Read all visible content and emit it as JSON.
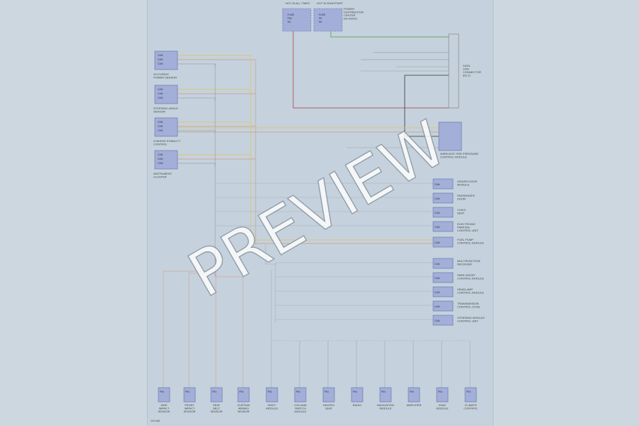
{
  "top_boxes": [
    {
      "caption": "HOT IN ALL TIMES",
      "lines": [
        "FUSE",
        "F54",
        "5A"
      ]
    },
    {
      "caption": "HOT IN RUN/START",
      "lines": [
        "FUSE",
        "F8",
        "5A"
      ]
    }
  ],
  "top_right_caption": [
    "POWER",
    "DISTRIBUTION",
    "CENTER",
    "(IN DASH)"
  ],
  "left_modules": [
    {
      "caption": [
        "OCCUPANT",
        "POWER SENSOR"
      ]
    },
    {
      "caption": [
        "STEERING ANGLE",
        "SENSOR"
      ]
    },
    {
      "caption": [
        "CHASSIS STABILITY",
        "CONTROL"
      ]
    },
    {
      "caption": [
        "INSTRUMENT",
        "CLUSTER"
      ]
    }
  ],
  "right_top_caption": [
    "DATA",
    "LINK",
    "CONNECTOR",
    "(DLC)"
  ],
  "right_bus_caption": [
    "WIRELESS TIRE PRESSURE",
    "CONTROL MODULE"
  ],
  "right_modules": [
    {
      "caption": [
        "DRIVER DOOR",
        "MODULE"
      ]
    },
    {
      "caption": [
        "PASSENGER",
        "DOOR"
      ]
    },
    {
      "caption": [
        "CHILD",
        "SEAT"
      ]
    },
    {
      "caption": [
        "ELECTRONIC",
        "PARKING",
        "CONTROL UNIT"
      ]
    },
    {
      "caption": [
        "FUEL PUMP",
        "CONTROL MODULE"
      ]
    },
    {
      "caption": [
        "MULTIFUNCTION",
        "RECEIVER"
      ]
    },
    {
      "caption": [
        "PARK ASSIST",
        "CONTROL MODULE"
      ]
    },
    {
      "caption": [
        "HEADLAMP",
        "CONTROL MODULE"
      ]
    },
    {
      "caption": [
        "TRANSMISSION",
        "CONTROL (TCM)"
      ]
    },
    {
      "caption": [
        "STEERING MODULE",
        "CONTROL UNIT"
      ]
    }
  ],
  "bottom_modules": [
    {
      "caption": [
        "SIDE",
        "IMPACT",
        "SENSOR"
      ]
    },
    {
      "caption": [
        "FRONT",
        "IMPACT",
        "SENSOR"
      ]
    },
    {
      "caption": [
        "SEAT",
        "BELT",
        "SENSOR"
      ]
    },
    {
      "caption": [
        "CURTAIN",
        "AIRBAG",
        "SENSOR"
      ]
    },
    {
      "caption": [
        "BODY",
        "MODULE"
      ]
    },
    {
      "caption": [
        "COLUMN",
        "SWITCH",
        "MODULE"
      ]
    },
    {
      "caption": [
        "HEATED",
        "SEAT"
      ]
    },
    {
      "caption": [
        "RADIO"
      ]
    },
    {
      "caption": [
        "NAVIGATION",
        "MODULE"
      ]
    },
    {
      "caption": [
        "AMPLIFIER"
      ]
    },
    {
      "caption": [
        "HVAC",
        "MODULE"
      ]
    },
    {
      "caption": [
        "CLIMATE",
        "CONTROL"
      ]
    }
  ],
  "wire_colors": {
    "blue_wht": "#d7c779",
    "tan_red": "#cfa79b",
    "green": "#6aa663",
    "red": "#b55a67",
    "black": "#333333"
  },
  "watermark": "PREVIEW",
  "page_code": "281388"
}
